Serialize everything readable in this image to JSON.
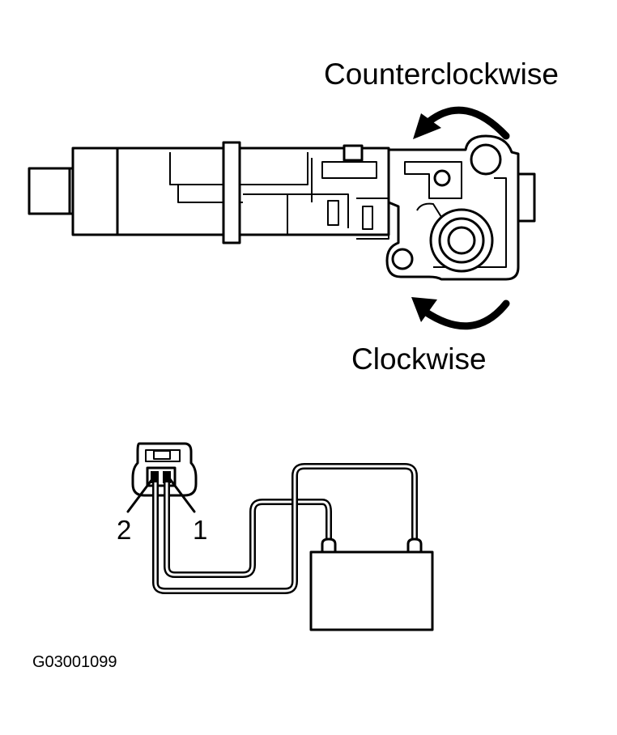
{
  "labels": {
    "counterclockwise": "Counterclockwise",
    "clockwise": "Clockwise",
    "terminal_2": "2",
    "terminal_1": "1",
    "figure_code": "G03001099"
  }
}
